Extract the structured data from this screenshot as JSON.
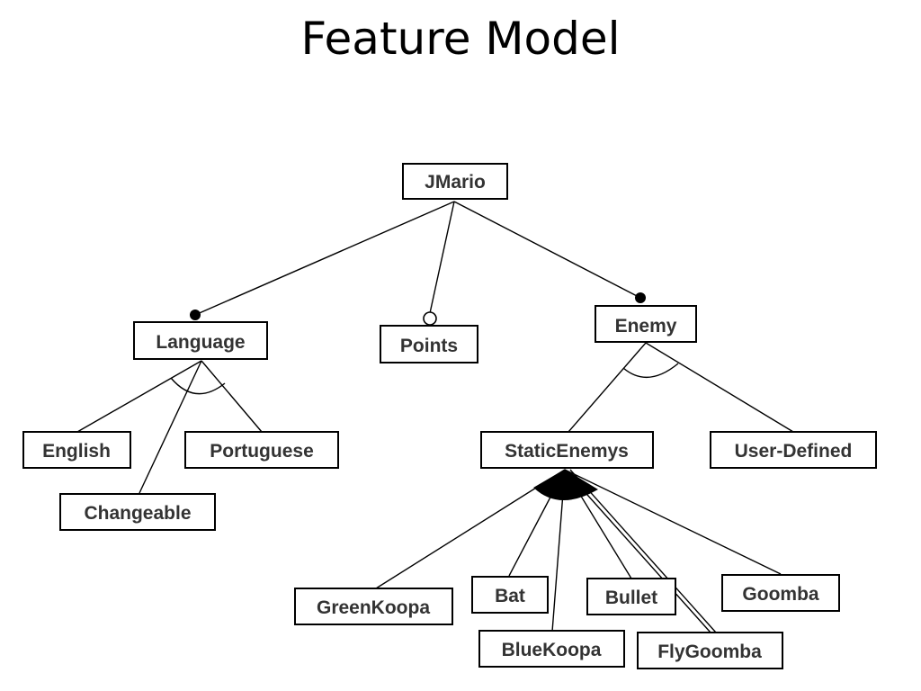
{
  "title": "Feature Model",
  "nodes": {
    "jmario": "JMario",
    "language": "Language",
    "points": "Points",
    "enemy": "Enemy",
    "english": "English",
    "portuguese": "Portuguese",
    "changeable": "Changeable",
    "static_enemys": "StaticEnemys",
    "user_defined": "User-Defined",
    "green_koopa": "GreenKoopa",
    "bat": "Bat",
    "bullet": "Bullet",
    "goomba": "Goomba",
    "blue_koopa": "BlueKoopa",
    "fly_goomba": "FlyGoomba"
  }
}
